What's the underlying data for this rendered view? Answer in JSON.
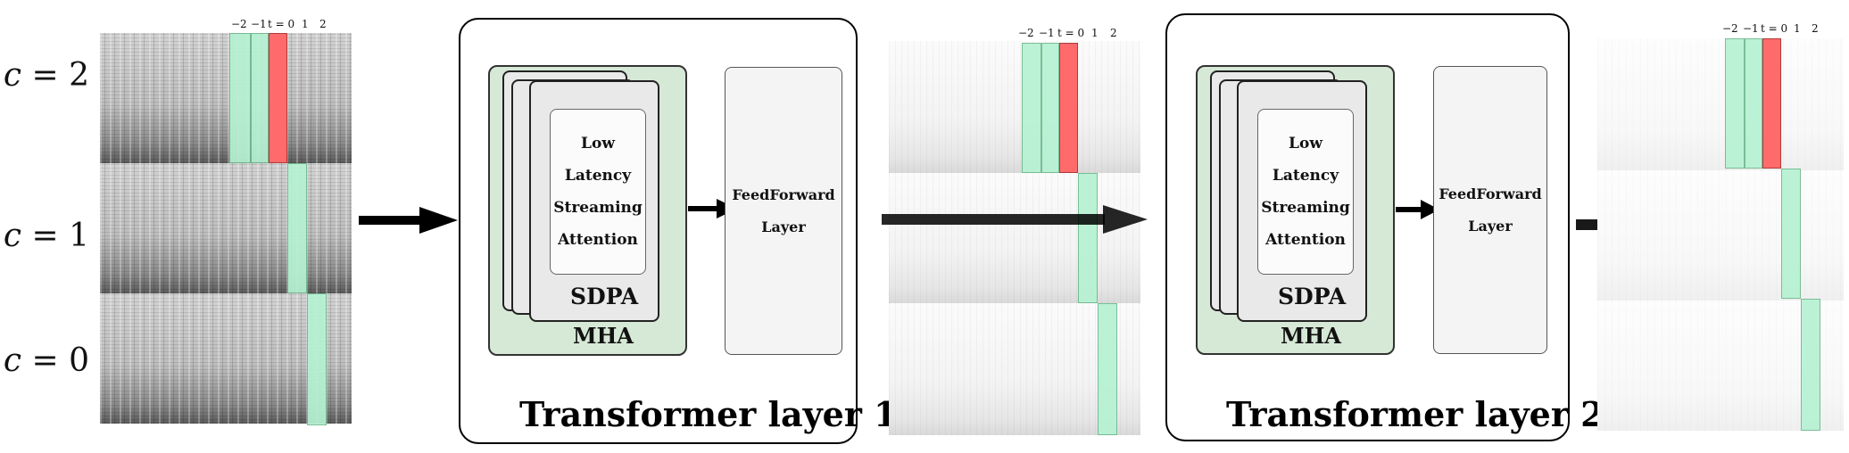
{
  "c_labels": [
    {
      "var": "c",
      "eq": " = 2"
    },
    {
      "var": "c",
      "eq": " = 1"
    },
    {
      "var": "c",
      "eq": " = 0"
    }
  ],
  "time_ticks": [
    "−2",
    "−1",
    "t = 0",
    "1",
    "2"
  ],
  "layers": [
    {
      "title": "Transformer layer 1",
      "attention_lines": [
        "Low",
        "Latency",
        "Streaming",
        "Attention"
      ],
      "sdpa_label": "SDPA",
      "mha_label": "MHA",
      "ff_lines": [
        "FeedForward",
        "Layer"
      ]
    },
    {
      "title": "Transformer layer 2",
      "attention_lines": [
        "Low",
        "Latency",
        "Streaming",
        "Attention"
      ],
      "sdpa_label": "SDPA",
      "mha_label": "MHA",
      "ff_lines": [
        "FeedForward",
        "Layer"
      ]
    }
  ],
  "colors": {
    "current_frame": "#ff6b6b",
    "context_frame": "#b6f2d3",
    "mha_fill": "#d6e8d6"
  }
}
